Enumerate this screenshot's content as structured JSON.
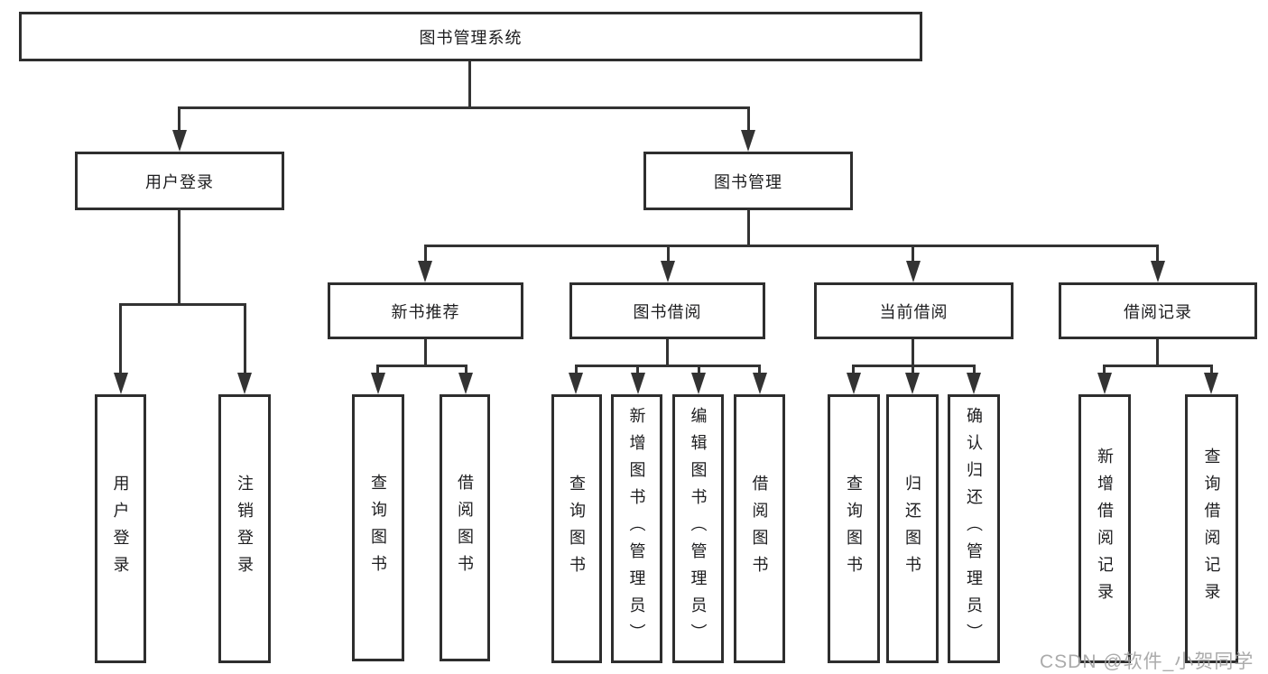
{
  "title": "图书管理系统",
  "tree": {
    "root": {
      "label": "图书管理系统"
    },
    "user_login": {
      "label": "用户登录",
      "children": [
        {
          "label": "用户登录"
        },
        {
          "label": "注销登录"
        }
      ]
    },
    "book_mgmt": {
      "label": "图书管理"
    },
    "groups": [
      {
        "label": "新书推荐",
        "children": [
          {
            "label": "查询图书"
          },
          {
            "label": "借阅图书"
          }
        ]
      },
      {
        "label": "图书借阅",
        "children": [
          {
            "label": "查询图书"
          },
          {
            "label": "新增图书（管理员）"
          },
          {
            "label": "编辑图书（管理员）"
          },
          {
            "label": "借阅图书"
          }
        ]
      },
      {
        "label": "当前借阅",
        "children": [
          {
            "label": "查询图书"
          },
          {
            "label": "归还图书"
          },
          {
            "label": "确认归还（管理员）"
          }
        ]
      },
      {
        "label": "借阅记录",
        "children": [
          {
            "label": "新增借阅记录"
          },
          {
            "label": "查询借阅记录"
          }
        ]
      }
    ]
  },
  "watermark": "CSDN @软件_小贺同学",
  "colors": {
    "line": "#333333",
    "border": "#2e2e2e",
    "text": "#1d1d1f",
    "background": "#ffffff",
    "watermark": "#a4a4a4"
  }
}
